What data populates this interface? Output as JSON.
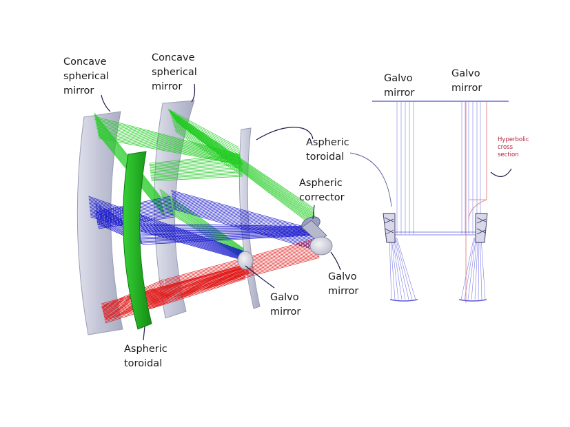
{
  "labels": {
    "left": {
      "concave_mirror_1": "Concave\nspherical\nmirror",
      "concave_mirror_2": "Concave\nspherical\nmirror",
      "aspheric_toroidal_top": "Aspheric\ntoroidal",
      "aspheric_corrector": "Aspheric\ncorrector",
      "galvo_mirror_right": "Galvo\nmirror",
      "galvo_mirror_center": "Galvo\nmirror",
      "aspheric_toroidal_bottom": "Aspheric\ntoroidal"
    },
    "right": {
      "galvo_mirror_1": "Galvo\nmirror",
      "galvo_mirror_2": "Galvo\nmirror",
      "hyperbolic": "Hyperbolic\ncross\nsection"
    }
  },
  "colors": {
    "beam_green": "#22cc22",
    "beam_blue": "#1a1acc",
    "beam_red": "#e01818",
    "mirror_gray": "#c9cbdc",
    "toroidal_green": "#1fae1f",
    "schematic_blue": "#6a6ae0",
    "schematic_red": "#e06a6a",
    "leader_line": "#1a1a4a"
  }
}
